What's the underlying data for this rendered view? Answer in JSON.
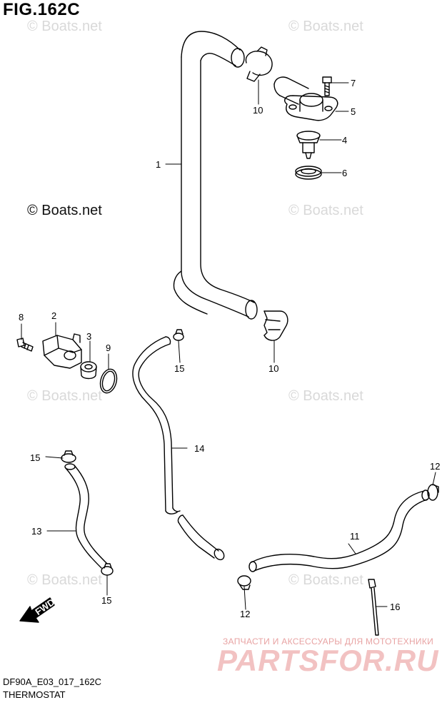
{
  "figure": {
    "title": "FIG.162C",
    "code": "DF90A_E03_017_162C",
    "description": "THERMOSTAT"
  },
  "watermark": {
    "text": "© Boats.net"
  },
  "callouts": [
    "1",
    "2",
    "3",
    "4",
    "5",
    "6",
    "7",
    "8",
    "9",
    "10",
    "10",
    "11",
    "12",
    "12",
    "13",
    "14",
    "15",
    "15",
    "15",
    "16"
  ],
  "direction_marker": "FWD",
  "branding": {
    "tagline": "ЗАПЧАСТИ И АКСЕССУАРЫ ДЛЯ МОТОТЕХНИКИ",
    "logo": "PARTSFOR.RU"
  },
  "colors": {
    "line": "#000000",
    "watermark": "#d9d9d9",
    "brand": "#f2c2c2"
  }
}
